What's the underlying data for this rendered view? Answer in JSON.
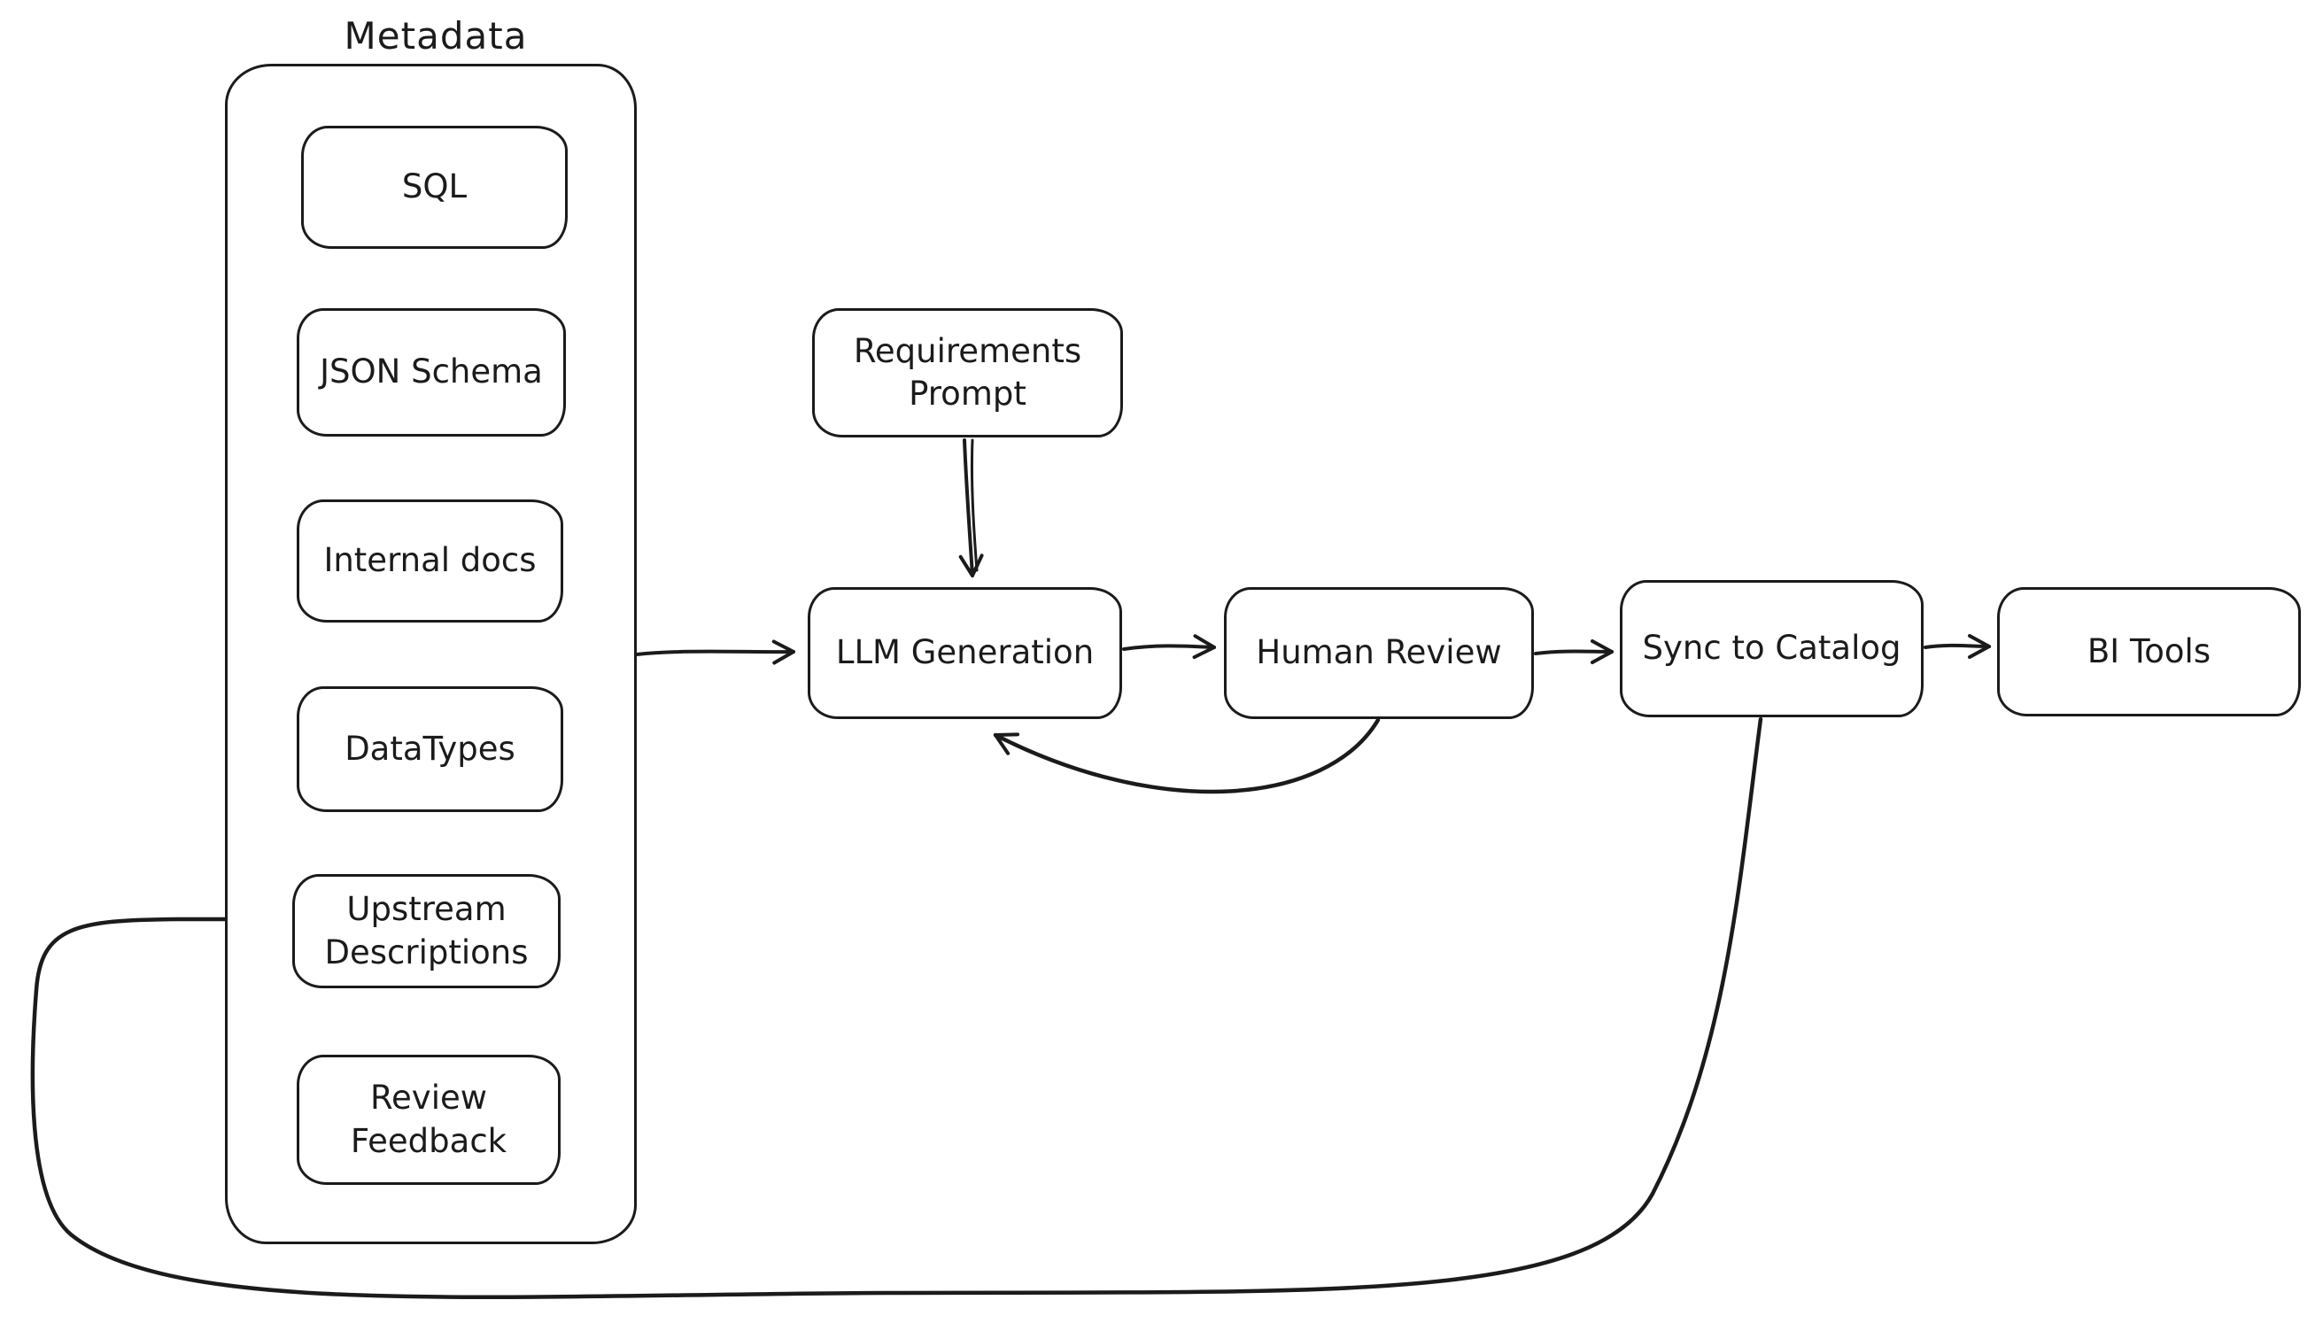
{
  "diagram": {
    "group": {
      "label": "Metadata",
      "items": [
        {
          "id": "sql",
          "label": "SQL"
        },
        {
          "id": "json-schema",
          "label": "JSON Schema"
        },
        {
          "id": "internal-docs",
          "label": "Internal docs"
        },
        {
          "id": "datatypes",
          "label": "DataTypes"
        },
        {
          "id": "upstream-descriptions",
          "label": "Upstream\nDescriptions"
        },
        {
          "id": "review-feedback",
          "label": "Review\nFeedback"
        }
      ]
    },
    "nodes": [
      {
        "id": "requirements-prompt",
        "label": "Requirements\nPrompt"
      },
      {
        "id": "llm-generation",
        "label": "LLM Generation"
      },
      {
        "id": "human-review",
        "label": "Human Review"
      },
      {
        "id": "sync-to-catalog",
        "label": "Sync to Catalog"
      },
      {
        "id": "bi-tools",
        "label": "BI Tools"
      }
    ],
    "edges": [
      {
        "from": "metadata-group",
        "to": "llm-generation",
        "type": "straight"
      },
      {
        "from": "requirements-prompt",
        "to": "llm-generation",
        "type": "straight"
      },
      {
        "from": "llm-generation",
        "to": "human-review",
        "type": "straight"
      },
      {
        "from": "human-review",
        "to": "sync-to-catalog",
        "type": "straight"
      },
      {
        "from": "sync-to-catalog",
        "to": "bi-tools",
        "type": "straight"
      },
      {
        "from": "human-review",
        "to": "llm-generation",
        "type": "feedback-curve"
      },
      {
        "from": "sync-to-catalog",
        "to": "upstream-descriptions",
        "type": "feedback-loop"
      }
    ],
    "colors": {
      "stroke": "#1b1b1b",
      "canvas": "#ffffff"
    }
  }
}
